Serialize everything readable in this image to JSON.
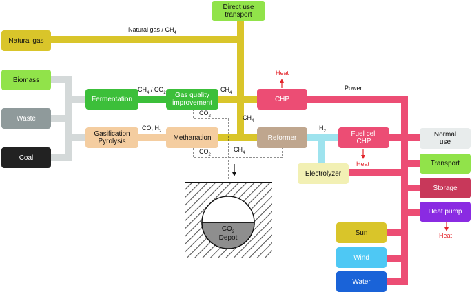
{
  "nodes": {
    "direct_use_transport": "Direct use\ntransport",
    "natural_gas": "Natural gas",
    "biomass": "Biomass",
    "waste": "Waste",
    "coal": "Coal",
    "fermentation": "Fermentation",
    "gas_quality": "Gas quality\nimprovement",
    "chp": "CHP",
    "gasification": "Gasification\nPyrolysis",
    "methanation": "Methanation",
    "reformer": "Reformer",
    "fuel_cell": "Fuel cell\nCHP",
    "electrolyzer": "Electrolyzer",
    "normal_use": "Normal\nuse",
    "transport": "Transport",
    "storage": "Storage",
    "heat_pump": "Heat pump",
    "sun": "Sun",
    "wind": "Wind",
    "water": "Water",
    "co2_depot": "CO",
    "co2_depot_sub": "2",
    "co2_depot_line2": "Depot"
  },
  "labels": {
    "natural_gas_ch4": {
      "text": "Natural gas / CH",
      "sub": "4"
    },
    "ch4_co2": {
      "text": "CH",
      "sub": "4",
      "text2": " / CO",
      "sub2": "2"
    },
    "ch4_chp": {
      "text": "CH",
      "sub": "4"
    },
    "ch4_vertical": {
      "text": "CH",
      "sub": "4"
    },
    "ch4_reformer": {
      "text": "CH",
      "sub": "4"
    },
    "co_h2": {
      "text": "CO, H",
      "sub": "2"
    },
    "co2_top": {
      "text": "CO",
      "sub": "2"
    },
    "co2_bottom": {
      "text": "CO",
      "sub": "2"
    },
    "h2": {
      "text": "H",
      "sub": "2"
    },
    "power": "Power",
    "heat_chp": "Heat",
    "heat_fuelcell": "Heat",
    "heat_heatpump": "Heat"
  },
  "colors": {
    "yellow": "#d9c52a",
    "green": "#3cbf3a",
    "gray": "#d4d9d9",
    "orange": "#f4cda0",
    "pink": "#ec4d74",
    "cyan": "#9ee3ee",
    "heat_red": "#e3262c"
  }
}
